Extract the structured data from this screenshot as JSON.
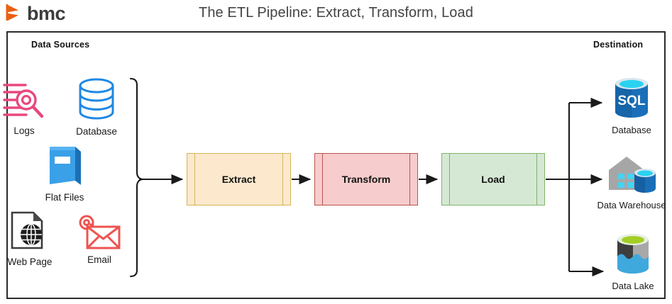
{
  "header": {
    "logo_word": "bmc",
    "logo_icon": "bmc-chevron-logo",
    "title": "The ETL Pipeline: Extract, Transform, Load"
  },
  "diagram": {
    "zones": {
      "left_label": "Data Sources",
      "right_label": "Destination"
    },
    "sources": [
      {
        "id": "logs",
        "label": "Logs",
        "icon": "magnifier-lines-icon",
        "color": "#e8487f"
      },
      {
        "id": "database",
        "label": "Database",
        "icon": "database-cylinder-icon",
        "color": "#1e88e5"
      },
      {
        "id": "flat-files",
        "label": "Flat Files",
        "icon": "book-icon",
        "color": "#2f9ae0"
      },
      {
        "id": "web-page",
        "label": "Web Page",
        "icon": "document-globe-icon",
        "color": "#2b2b2b"
      },
      {
        "id": "email",
        "label": "Email",
        "icon": "envelope-at-icon",
        "color": "#ef5350"
      }
    ],
    "stages": [
      {
        "id": "extract",
        "label": "Extract",
        "fill": "#fce8cd",
        "stroke": "#d6b656"
      },
      {
        "id": "transform",
        "label": "Transform",
        "fill": "#f6cccc",
        "stroke": "#b85450"
      },
      {
        "id": "load",
        "label": "Load",
        "fill": "#d5e8d4",
        "stroke": "#82b366"
      }
    ],
    "destinations": [
      {
        "id": "sql-database",
        "label": "Database",
        "icon": "sql-database-icon",
        "badge": "SQL"
      },
      {
        "id": "data-warehouse",
        "label": "Data Warehouse",
        "icon": "warehouse-icon",
        "badge": ""
      },
      {
        "id": "data-lake",
        "label": "Data Lake",
        "icon": "data-lake-icon",
        "badge": ""
      }
    ],
    "connector_color": "#1a1a1a"
  }
}
